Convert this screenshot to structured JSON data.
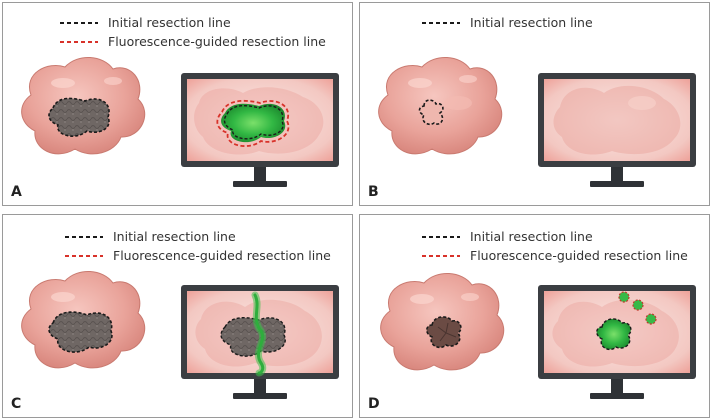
{
  "legend": {
    "initial": "Initial resection line",
    "fluorescence": "Fluorescence-guided resection line"
  },
  "panels": [
    {
      "letter": "A"
    },
    {
      "letter": "B"
    },
    {
      "letter": "C"
    },
    {
      "letter": "D"
    }
  ],
  "colors": {
    "initial_line": "#1a1a1a",
    "fluorescence_line": "#d8322a",
    "fluorescence_glow": "#3cc24a",
    "tissue": "#e8a29a",
    "tumor": "#6d6563",
    "monitor_frame": "#3b3e42"
  }
}
